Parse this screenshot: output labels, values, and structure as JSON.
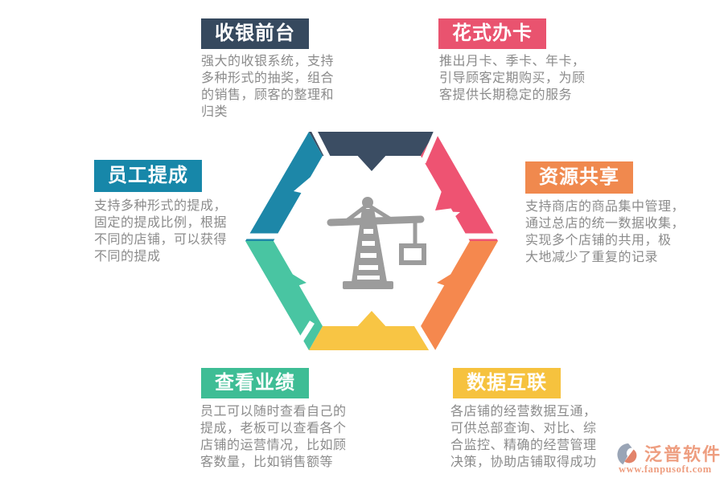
{
  "panels": [
    {
      "id": "cashier",
      "position": "top-left",
      "title": "收银前台",
      "accent": "#36495e",
      "body": "强大的收银系统，支持\n多种形式的抽奖，组合\n的销售，顾客的整理和\n归类"
    },
    {
      "id": "card",
      "position": "top-right",
      "title": "花式办卡",
      "accent": "#e9536f",
      "body": "推出月卡、季卡、年卡，\n引导顾客定期购买，为顾\n客提供长期稳定的服务"
    },
    {
      "id": "commission",
      "position": "middle-left",
      "title": "员工提成",
      "accent": "#1787a9",
      "body": "支持多种形式的提成，\n固定的提成比例，根据\n不同的店铺，可以获得\n不同的提成"
    },
    {
      "id": "resource",
      "position": "middle-right",
      "title": "资源共享",
      "accent": "#f0894e",
      "body": "支持商店的商品集中管理，\n通过总店的统一数据收集，\n实现多个店铺的共用，极\n大地减少了重复的记录"
    },
    {
      "id": "performance",
      "position": "bottom-left",
      "title": "查看业绩",
      "accent": "#3ebd95",
      "body": "员工可以随时查看自己的\n提成，老板可以查看各个\n店铺的运营情况，比如顾\n客数量，比如销售额等"
    },
    {
      "id": "data",
      "position": "bottom-right",
      "title": "数据互联",
      "accent": "#f6c23e",
      "body": "各店铺的经营数据互通，\n可供总部查询、对比、综\n合监控、精确的经营管理\n决策，协助店铺取得成功"
    }
  ],
  "hexagon": {
    "segments": [
      {
        "name": "top",
        "color": "#3b4d63"
      },
      {
        "name": "top-right",
        "color": "#ee5372"
      },
      {
        "name": "bottom-right",
        "color": "#f5884e"
      },
      {
        "name": "bottom",
        "color": "#f8c544"
      },
      {
        "name": "bottom-left",
        "color": "#49c5a2"
      },
      {
        "name": "top-left",
        "color": "#1d87a8"
      }
    ],
    "center_icon": "tower-crane-icon",
    "icon_color": "#9c9c9c"
  },
  "watermark": {
    "brand": "泛普软件",
    "url": "www.fanpusoft.com",
    "color": "#ee9e80",
    "icon": "fanpu-logo-icon",
    "icon_colors": {
      "crescent": "#9aa5b6",
      "comma": "#e2836a"
    }
  },
  "body_text_color": "#8b8b8b"
}
